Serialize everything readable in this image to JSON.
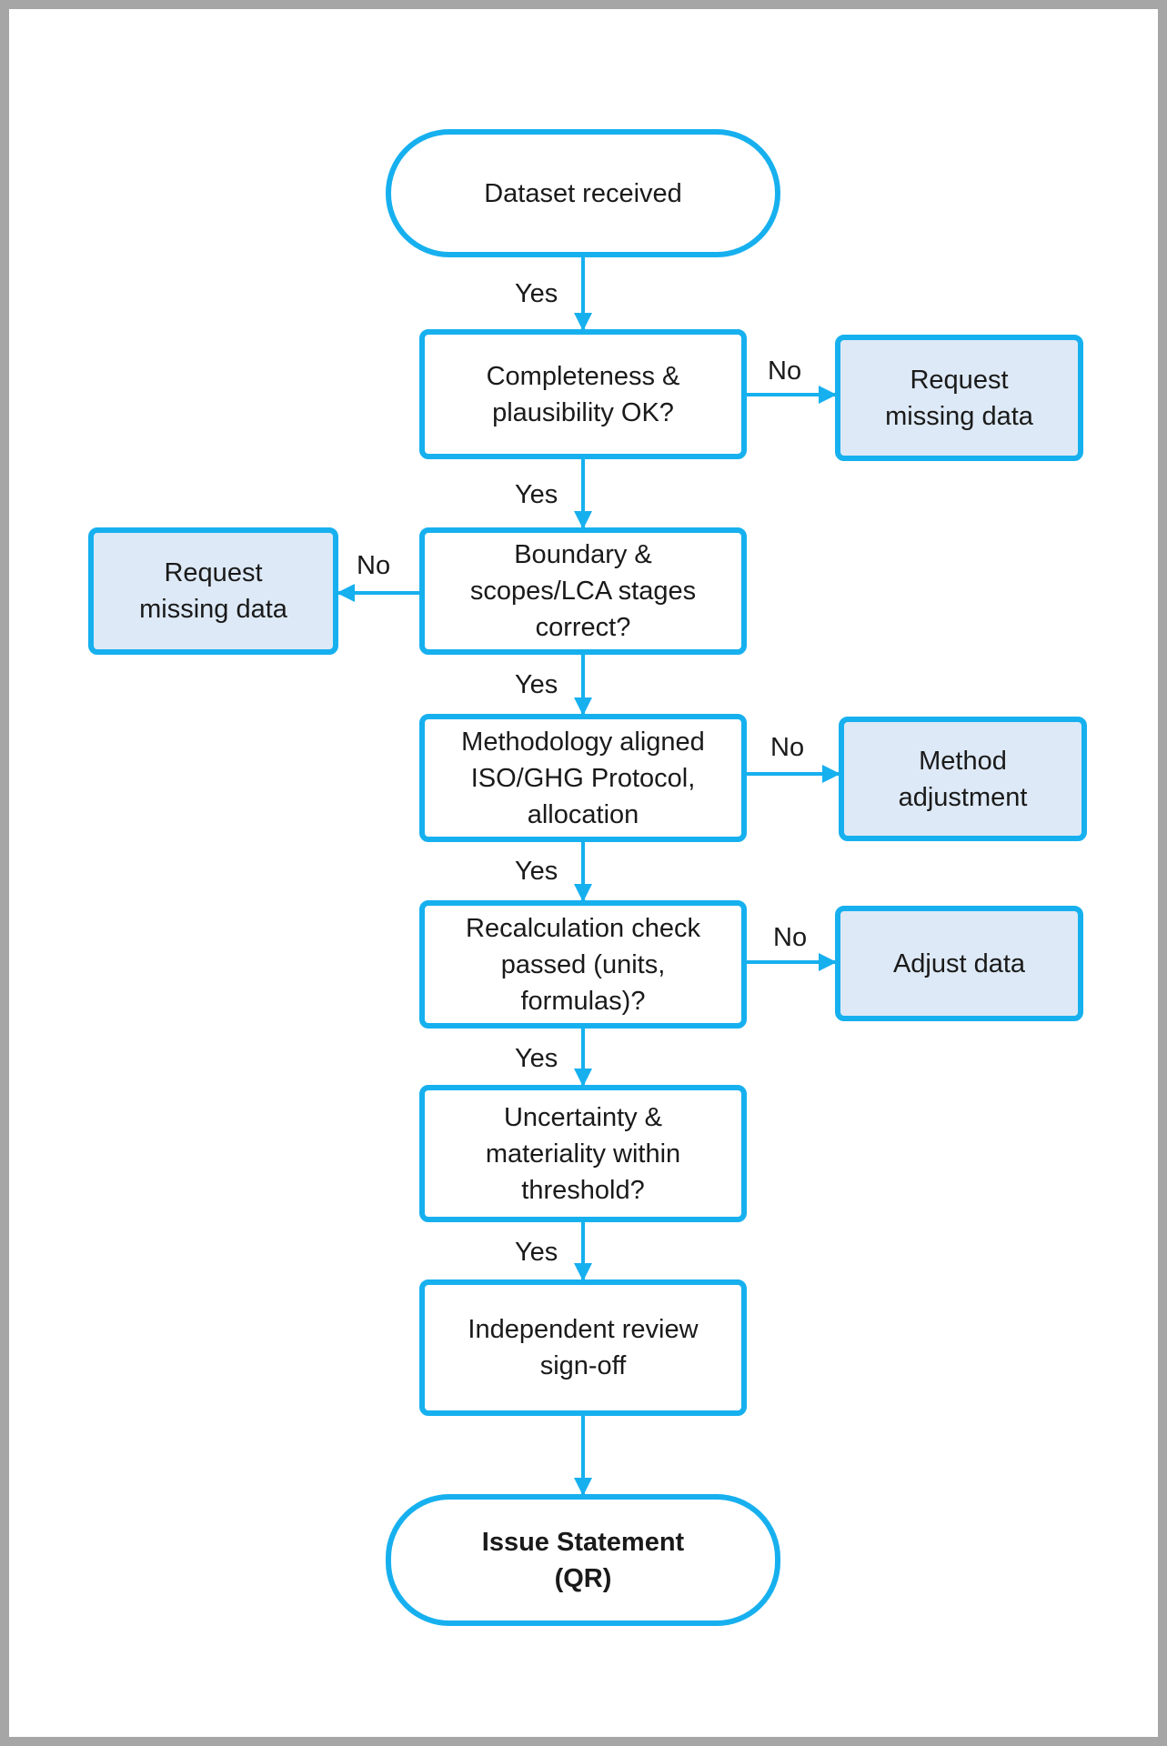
{
  "flow": {
    "start": "Dataset received",
    "step1": "Completeness &\nplausibility OK?",
    "step2": "Boundary &\nscopes/LCA stages\ncorrect?",
    "step3": "Methodology aligned\nISO/GHG Protocol,\nallocation",
    "step4": "Recalculation check\npassed (units,\nformulas)?",
    "step5": "Uncertainty &\nmateriality within\nthreshold?",
    "step6": "Independent review\nsign-off",
    "end": "Issue Statement\n(QR)"
  },
  "side": {
    "s1": "Request\nmissing data",
    "s2": "Request\nmissing data",
    "s3": "Method\nadjustment",
    "s4": "Adjust data"
  },
  "labels": {
    "yes1": "Yes",
    "yes2": "Yes",
    "yes3": "Yes",
    "yes4": "Yes",
    "yes5": "Yes",
    "yes6": "Yes",
    "no1": "No",
    "no2": "No",
    "no3": "No",
    "no4": "No"
  },
  "colors": {
    "accent": "#17b0ef",
    "side_fill": "#dde9f6",
    "frame": "#a6a6a6"
  }
}
